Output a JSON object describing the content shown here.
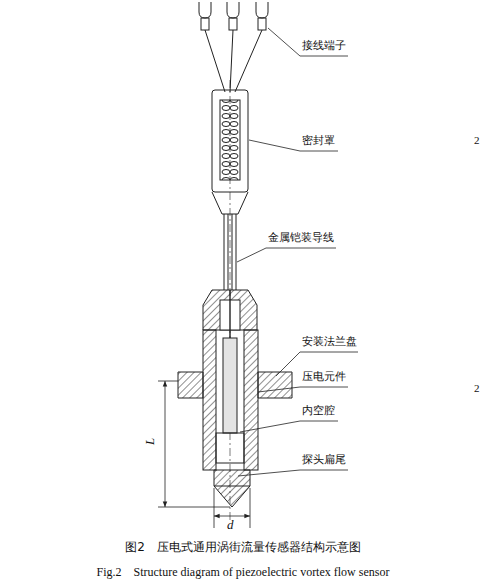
{
  "diagram": {
    "caption": "图2　压电式通用涡街流量传感器结构示意图",
    "labels": [
      "接线端子",
      "密封罩",
      "金属铠装导线",
      "安装法兰盘",
      "压电元件",
      "内空腔",
      "探头扁尾",
      "L",
      "d",
      "Fig.2　Structure diagram of piezoelectric vortex flow sensor",
      "2",
      "2"
    ]
  }
}
